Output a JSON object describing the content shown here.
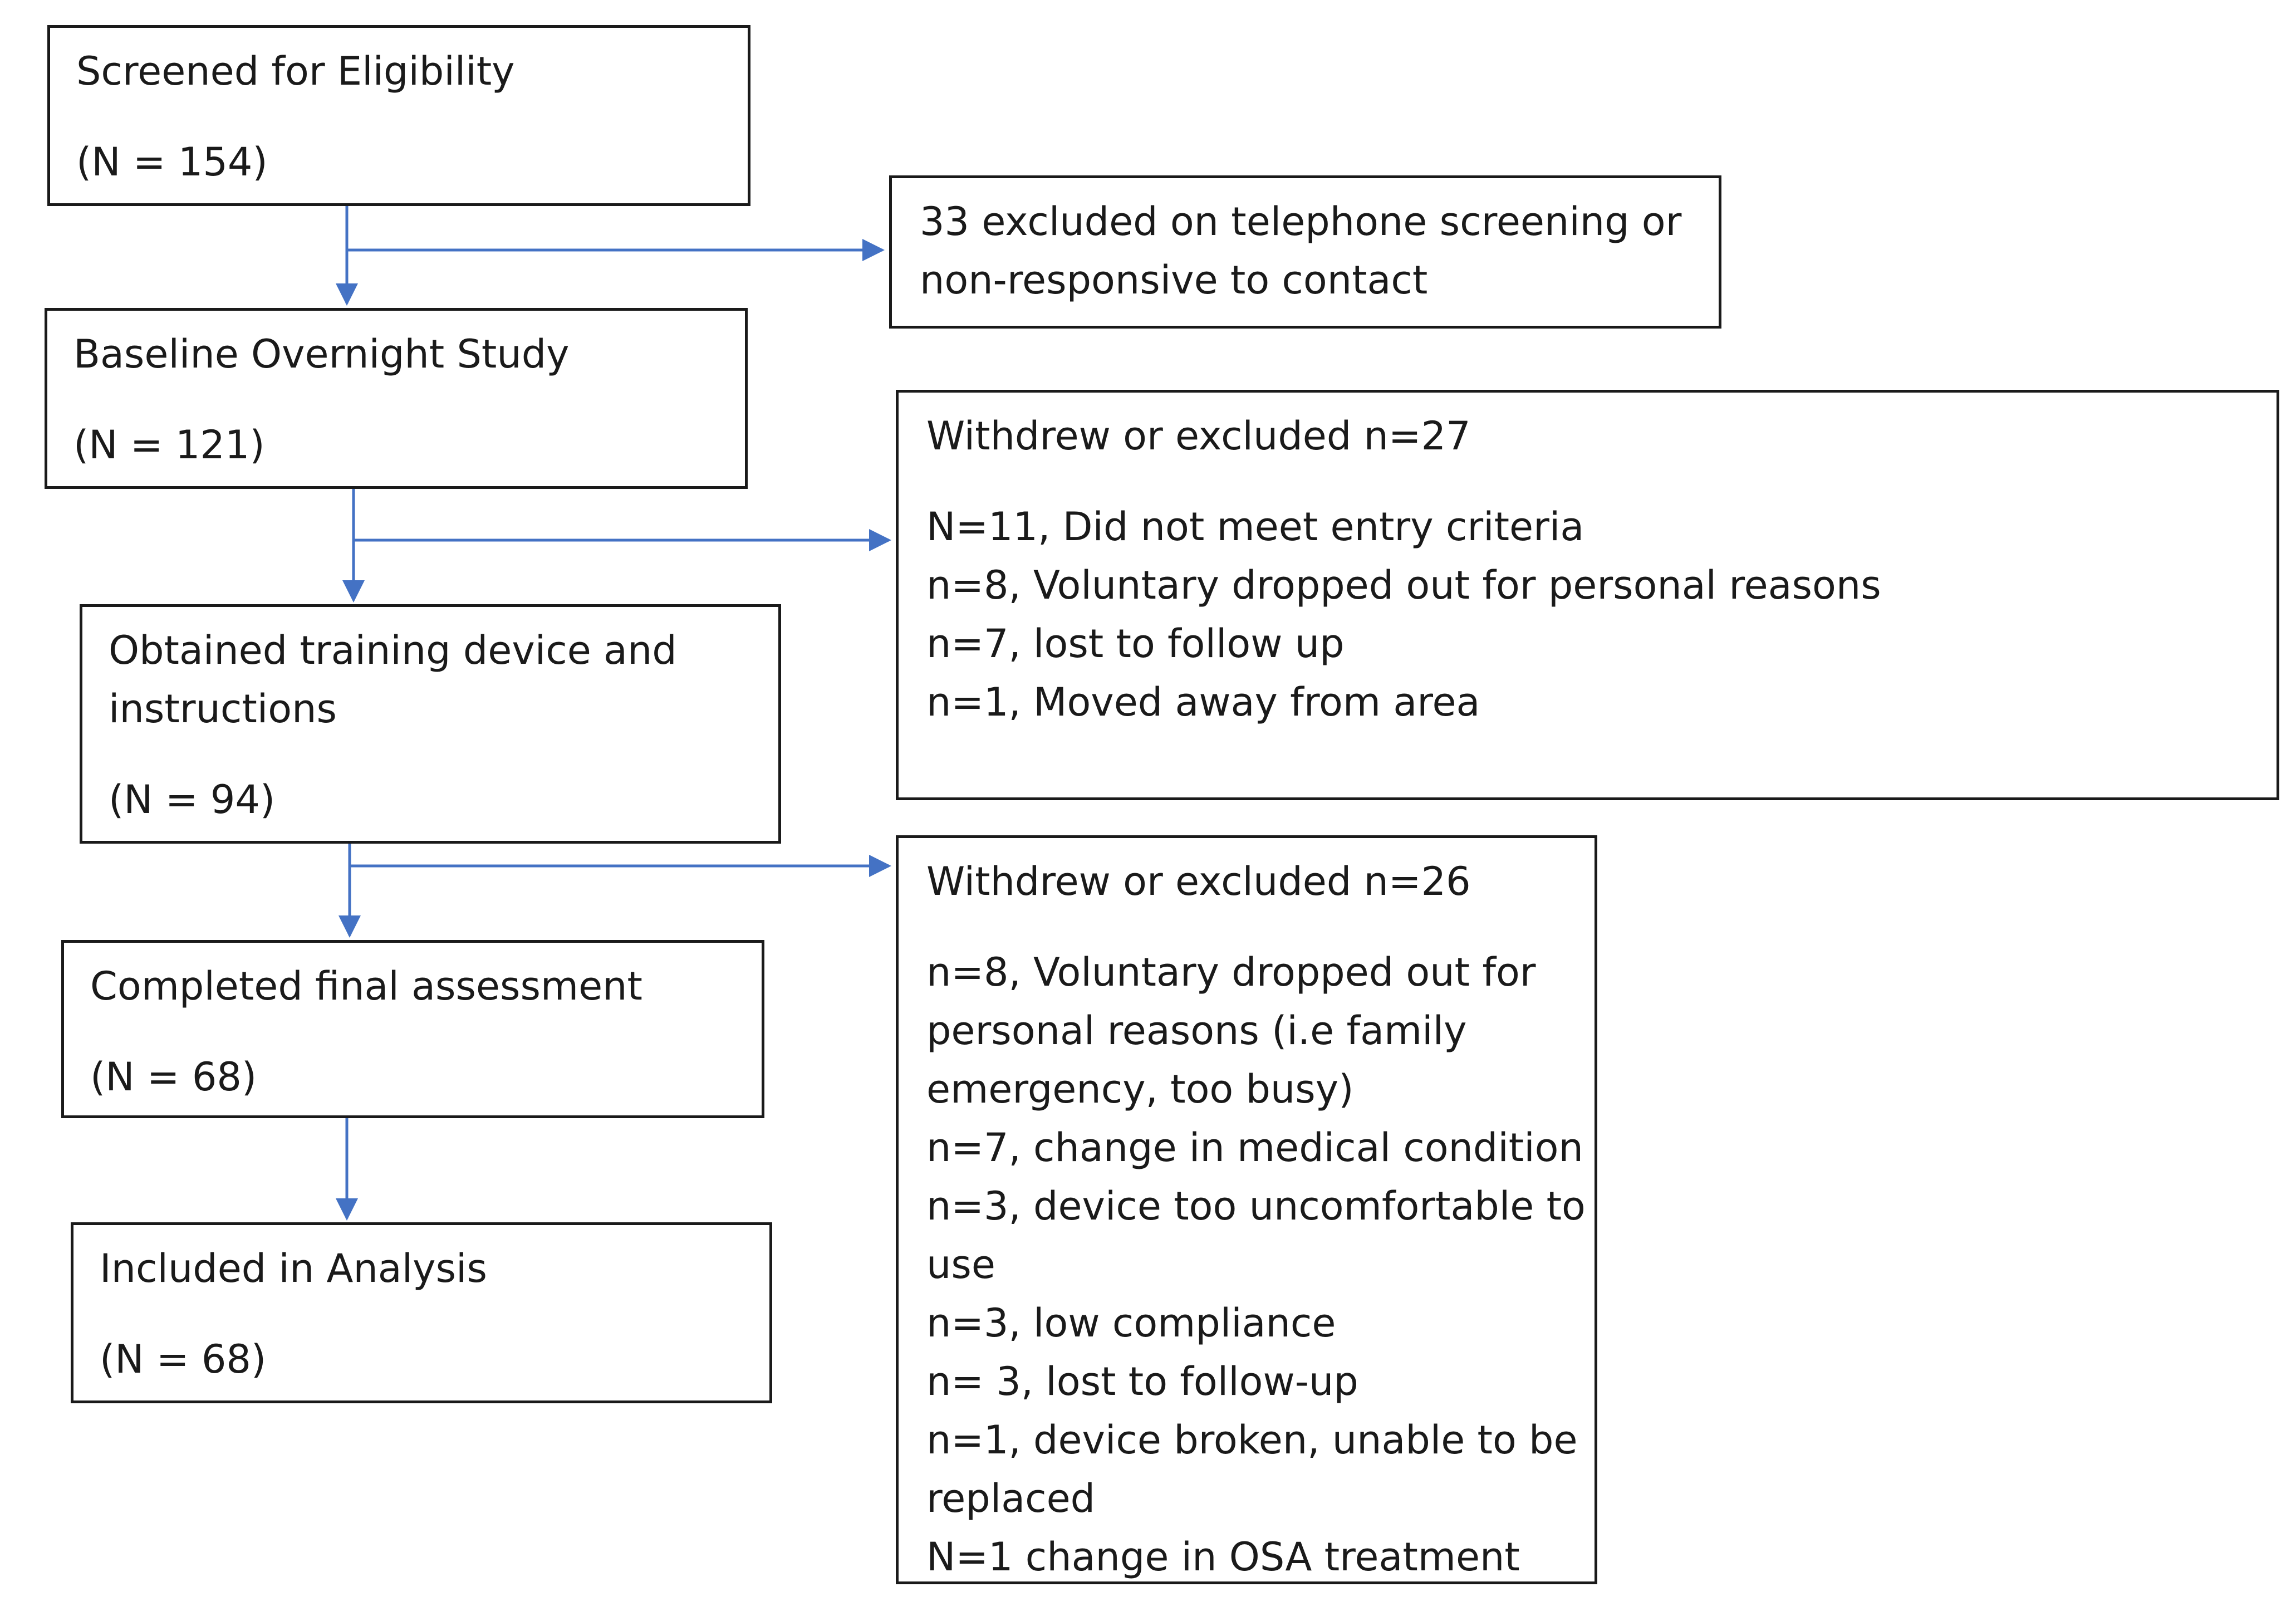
{
  "main_flow": [
    {
      "title": "Screened for Eligibility",
      "count": "(N = 154)"
    },
    {
      "title": "Baseline Overnight Study",
      "count": "(N = 121)"
    },
    {
      "title_lines": [
        "Obtained training device and",
        "instructions"
      ],
      "count": "(N = 94)"
    },
    {
      "title": "Completed final assessment",
      "count": "(N = 68)"
    },
    {
      "title": "Included in Analysis",
      "count": "(N = 68)"
    }
  ],
  "exclusions": [
    {
      "lines": [
        "33 excluded on telephone screening or",
        "non-responsive to contact"
      ]
    },
    {
      "title": "Withdrew or excluded n=27",
      "lines": [
        "N=11, Did not meet entry criteria",
        "n=8, Voluntary dropped out for personal reasons",
        "n=7, lost to follow up",
        "n=1, Moved away from area"
      ]
    },
    {
      "title": "Withdrew or excluded n=26",
      "lines": [
        "n=8, Voluntary dropped out for",
        "personal reasons (i.e family",
        "emergency, too busy)",
        "n=7, change in medical condition",
        "n=3, device too uncomfortable to",
        "use",
        "n=3, low compliance",
        "n= 3, lost to follow-up",
        "n=1, device broken, unable to be",
        "replaced",
        "N=1 change in OSA treatment"
      ]
    }
  ],
  "colors": {
    "arrow": "#4472c4",
    "border": "#1a1a1a"
  }
}
